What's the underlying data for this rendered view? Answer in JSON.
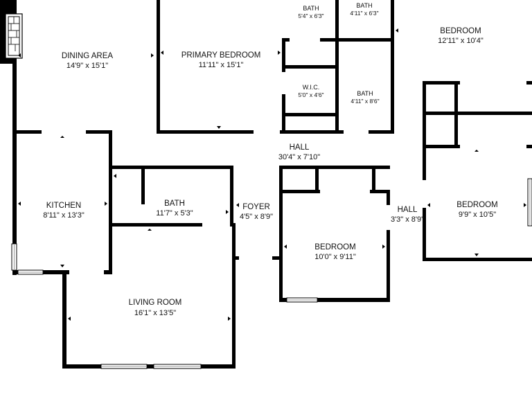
{
  "rooms": [
    {
      "id": "dining-area",
      "name": "DINING AREA",
      "dims": "14'9\" x 15'1\""
    },
    {
      "id": "primary-bedroom",
      "name": "PRIMARY BEDROOM",
      "dims": "11'11\" x 15'1\""
    },
    {
      "id": "bath-1",
      "name": "BATH",
      "dims": "5'4\" x 6'3\""
    },
    {
      "id": "bath-2",
      "name": "BATH",
      "dims": "4'11\" x 6'3\""
    },
    {
      "id": "wic",
      "name": "W.I.C.",
      "dims": "5'0\" x 4'6\""
    },
    {
      "id": "bath-3",
      "name": "BATH",
      "dims": "4'11\" x 8'6\""
    },
    {
      "id": "bedroom-1",
      "name": "BEDROOM",
      "dims": "12'11\" x 10'4\""
    },
    {
      "id": "hall-1",
      "name": "HALL",
      "dims": "30'4\" x 7'10\""
    },
    {
      "id": "kitchen",
      "name": "KITCHEN",
      "dims": "8'11\" x 13'3\""
    },
    {
      "id": "bath-4",
      "name": "BATH",
      "dims": "11'7\" x 5'3\""
    },
    {
      "id": "foyer",
      "name": "FOYER",
      "dims": "4'5\" x 8'9\""
    },
    {
      "id": "bedroom-2",
      "name": "BEDROOM",
      "dims": "10'0\" x 9'11\""
    },
    {
      "id": "hall-2",
      "name": "HALL",
      "dims": "3'3\" x 8'9\""
    },
    {
      "id": "bedroom-3",
      "name": "BEDROOM",
      "dims": "9'9\" x 10'5\""
    },
    {
      "id": "living-room",
      "name": "LIVING ROOM",
      "dims": "16'1\" x 13'5\""
    }
  ]
}
